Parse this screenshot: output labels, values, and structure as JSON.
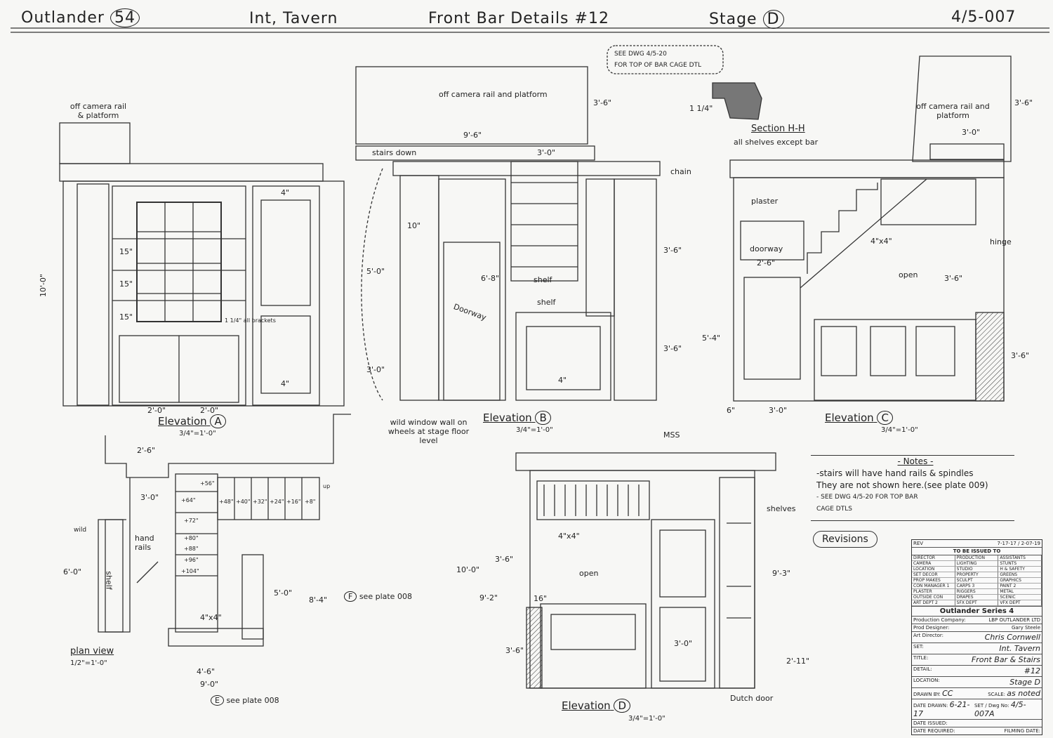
{
  "header": {
    "show": "Outlander",
    "episode": "54",
    "set": "Int, Tavern",
    "title": "Front Bar Details #12",
    "stage_label": "Stage",
    "stage": "D",
    "drawing_no": "4/5-007"
  },
  "callout": {
    "line1": "SEE DWG 4/5-20",
    "line2": "FOR TOP OF BAR CAGE DTL"
  },
  "section": {
    "title": "Section H-H",
    "subtitle": "all shelves except bar",
    "dim": "1 1/4\""
  },
  "elevation_a": {
    "caption": "Elevation",
    "key": "A",
    "scale": "3/4\"=1'-0\"",
    "labels": [
      "off camera rail & platform",
      "10'-0\"",
      "15\"",
      "15\"",
      "15\"",
      "2'-0\"",
      "2'-0\"",
      "1 1/4\" all brackets",
      "4\"",
      "4\""
    ]
  },
  "elevation_b": {
    "caption": "Elevation",
    "key": "B",
    "scale": "3/4\"=1'-0\"",
    "labels": [
      "off camera rail and platform",
      "9'-6\"",
      "3'-6\"",
      "stairs down",
      "3'-0\"",
      "chain",
      "Doorway",
      "6'-8\"",
      "shelf",
      "shelf",
      "5'-0\"",
      "3'-0\"",
      "3'-6\"",
      "3'-6\"",
      "10\"",
      "4\""
    ],
    "note": "wild window wall on wheels at stage floor level"
  },
  "elevation_c": {
    "caption": "Elevation",
    "key": "C",
    "scale": "3/4\"=1'-0\"",
    "labels": [
      "off camera rail and platform",
      "3'-0\"",
      "3'-6\"",
      "plaster",
      "doorway",
      "2'-6\"",
      "open",
      "4\"x4\"",
      "hinge",
      "3'-6\"",
      "5'-4\"",
      "3'-0\"",
      "3'-6\"",
      "6\""
    ]
  },
  "plan_view": {
    "caption": "plan view",
    "scale": "1/2\"=1'-0\"",
    "labels": [
      "2'-6\"",
      "3'-0\"",
      "hand rails",
      "shelf",
      "wild",
      "6'-0\"",
      "4\"x4\"",
      "5'-0\"",
      "8'-4\"",
      "4'-6\"",
      "9'-0\"",
      "+56\"",
      "+64\"",
      "+72\"",
      "+80\"",
      "+88\"",
      "+96\"",
      "+104\"",
      "+48\"",
      "+40\"",
      "+32\"",
      "+24\"",
      "+16\"",
      "+8\"",
      "up"
    ],
    "see_plate_e": "see plate 008",
    "see_plate_f": "see plate 008",
    "key_e": "E",
    "key_f": "F"
  },
  "elevation_d": {
    "caption": "Elevation",
    "key": "D",
    "scale": "3/4\"=1'-0\"",
    "labels": [
      "MSS",
      "shelves",
      "open",
      "4\"x4\"",
      "10'-0\"",
      "9'-2\"",
      "3'-6\"",
      "3'-6\"",
      "3'-0\"",
      "16\"",
      "9'-3\"",
      "2'-11\""
    ],
    "door_label": "Dutch door"
  },
  "notes": {
    "title": "- Notes -",
    "lines": [
      "-stairs will have hand rails & spindles",
      "They are not shown here.(see plate 009)",
      "- SEE DWG 4/5-20 FOR TOP BAR",
      "CAGE DTLS"
    ]
  },
  "revisions": "Revisions",
  "title_block": {
    "revision": "7-17-17 / 2-07-19",
    "issued_to": "TO BE ISSUED TO",
    "departments": [
      "DIRECTOR",
      "PRODUCTION",
      "ASSISTANTS",
      "CAMERA",
      "LIGHTING",
      "STUNTS",
      "LOCATION",
      "STUDIO",
      "H & SAFETY",
      "SET DECOR",
      "PROPERTY",
      "GREENS",
      "PROP MAKES",
      "SCULPT",
      "GRAPHICS",
      "CON MANAGER 1",
      "CARPS 3",
      "PAINT 2",
      "PLASTER",
      "RIGGERS",
      "METAL",
      "OUTSIDE CON",
      "DRAPES",
      "SCENIC",
      "ART DEPT 2",
      "SFX DEPT",
      "VFX DEPT"
    ],
    "series": "Outlander Series 4",
    "production_company_label": "Production Company:",
    "production_company": "LBP OUTLANDER LTD",
    "prod_designer_label": "Prod Designer:",
    "prod_designer": "Gary Steele",
    "art_director_label": "Art Director:",
    "art_director": "Chris Cornwell",
    "set_label": "SET:",
    "set": "Int. Tavern",
    "title_label": "TITLE:",
    "title": "Front Bar & Stairs",
    "detail_label": "DETAIL:",
    "detail": "#12",
    "location_label": "LOCATION:",
    "location": "Stage D",
    "drawn_by_label": "DRAWN BY:",
    "drawn_by": "CC",
    "scale_label": "SCALE:",
    "scale": "as noted",
    "date_drawn_label": "DATE DRAWN:",
    "date_drawn": "6-21-17",
    "dwg_no_label": "SET / Dwg No:",
    "dwg_no": "4/5-007A",
    "date_issued_label": "DATE ISSUED:",
    "date_required_label": "DATE REQUIRED:",
    "filming_date_label": "FILMING DATE:"
  }
}
